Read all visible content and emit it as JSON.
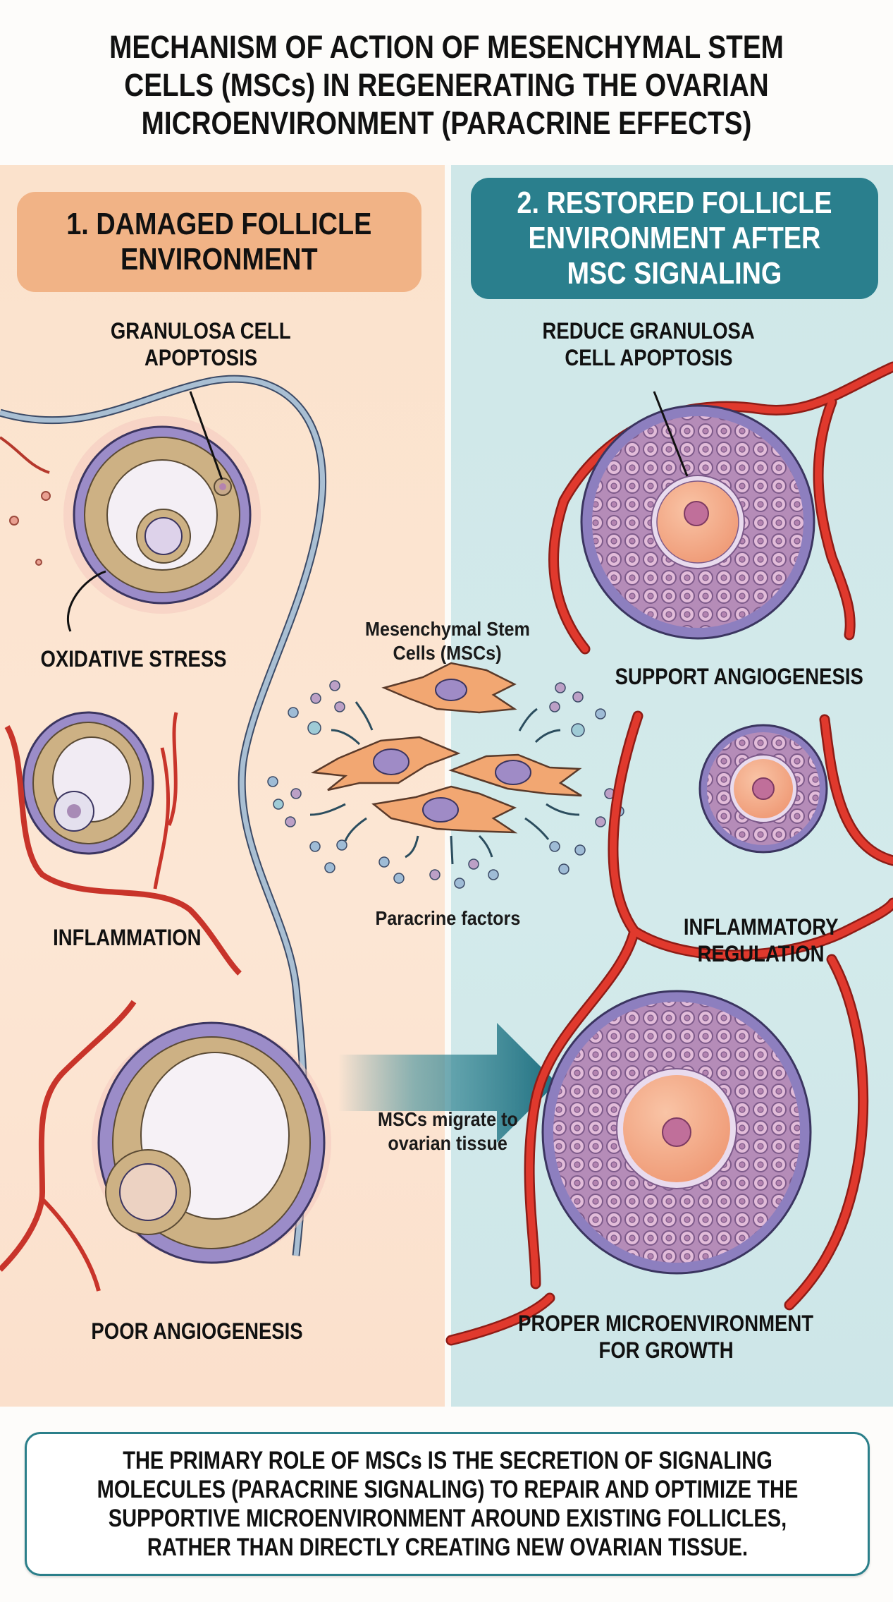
{
  "title": "MECHANISM OF ACTION OF MESENCHYMAL STEM CELLS (MSCs) IN REGENERATING THE OVARIAN MICROENVIRONMENT (PARACRINE EFFECTS)",
  "title_lines": [
    "MECHANISM OF ACTION OF MESENCHYMAL STEM",
    "CELLS (MSCs) IN REGENERATING THE OVARIAN",
    "MICROENVIRONMENT (PARACRINE EFFECTS)"
  ],
  "left_panel": {
    "heading_lines": [
      "1. DAMAGED FOLLICLE",
      "ENVIRONMENT"
    ],
    "labels": {
      "granulosa": [
        "GRANULOSA CELL",
        "APOPTOSIS"
      ],
      "oxidative": "OXIDATIVE STRESS",
      "inflammation": "INFLAMMATION",
      "angiogenesis": "POOR ANGIOGENESIS"
    },
    "background_color": "#fbe2cc",
    "heading_color": "#f1b386"
  },
  "center": {
    "msc_label": [
      "Mesenchymal Stem",
      "Cells (MSCs)"
    ],
    "paracrine_label": "Paracrine factors",
    "migrate_label": [
      "MSCs migrate to",
      "ovarian tissue"
    ],
    "arrow_color": "#25788a"
  },
  "right_panel": {
    "heading_lines": [
      "2. RESTORED FOLLICLE",
      "ENVIRONMENT AFTER",
      "MSC SIGNALING"
    ],
    "labels": {
      "granulosa": [
        "REDUCE GRANULOSA",
        "CELL APOPTOSIS"
      ],
      "angiogenesis": "SUPPORT ANGIOGENESIS",
      "inflammatory": [
        "INFLAMMATORY",
        "REGULATION"
      ],
      "microenvironment": [
        "PROPER MICROENVIRONMENT",
        "FOR GROWTH"
      ]
    },
    "background_color": "#cfe7e8",
    "heading_color": "#2a7f8d"
  },
  "summary_lines": [
    "THE PRIMARY ROLE OF MSCs IS THE SECRETION OF SIGNALING",
    "MOLECULES (PARACRINE SIGNALING) TO REPAIR AND OPTIMIZE THE",
    "SUPPORTIVE MICROENVIRONMENT AROUND EXISTING FOLLICLES,",
    "RATHER THAN DIRECTLY CREATING NEW OVARIAN TISSUE."
  ],
  "colors": {
    "vessel_red": "#e0392d",
    "vein_blue": "#9fb6cc",
    "theca_purple": "#8d7fbf",
    "granulosa_tan": "#cdb184",
    "oocyte_peach": "#f3a983",
    "msc_orange": "#f2a772"
  }
}
